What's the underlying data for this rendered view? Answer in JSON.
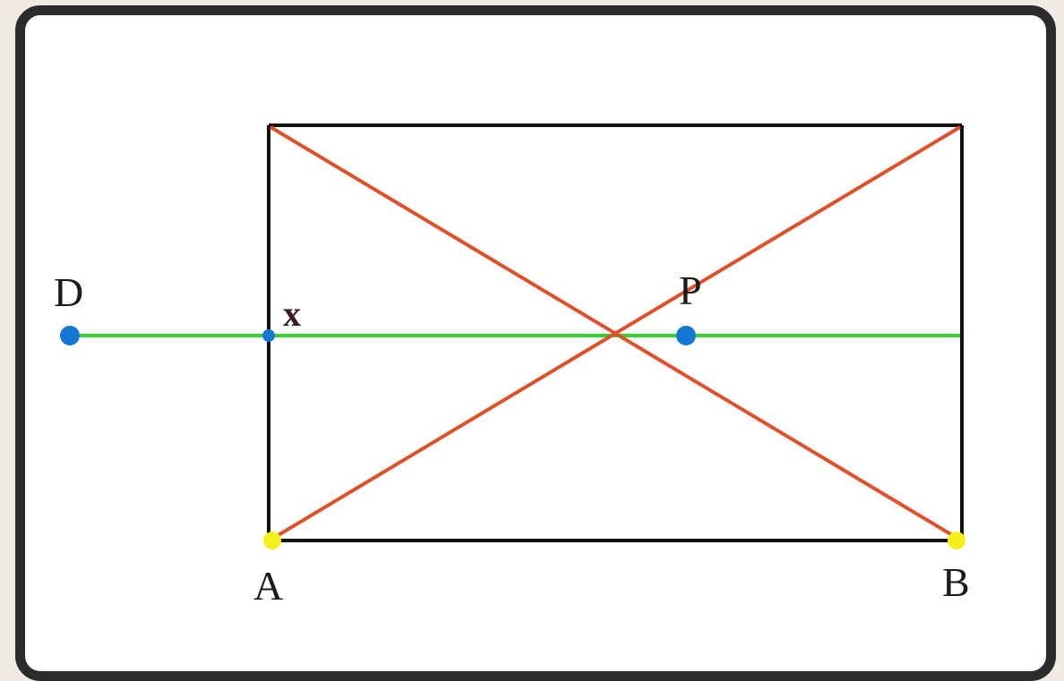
{
  "colors": {
    "rectangle": "#111111",
    "diagonals": "#e0502a",
    "horizontal_line": "#2fd42f",
    "point_blue": "#1477d4",
    "point_yellow": "#f5f01a",
    "border": "#2c2c2c",
    "background": "#efebe3"
  },
  "labels": {
    "a": "A",
    "b": "B",
    "d": "D",
    "p": "P",
    "x": "x"
  }
}
